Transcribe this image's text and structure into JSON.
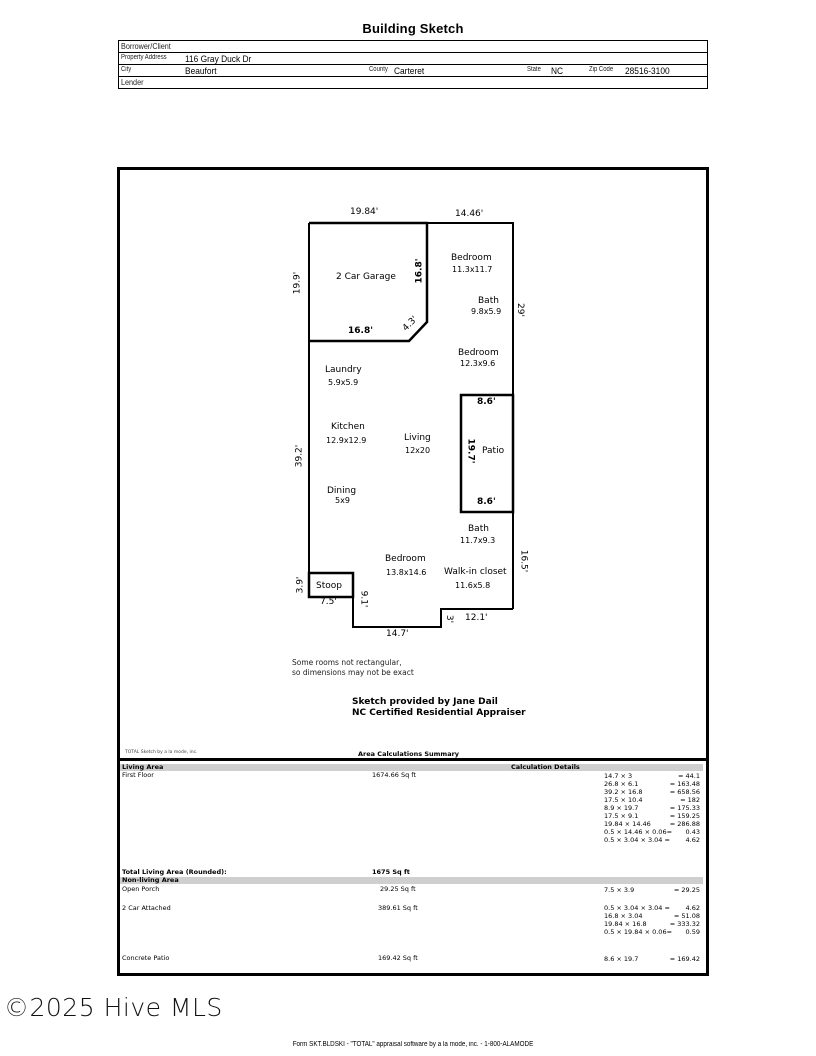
{
  "title": "Building Sketch",
  "header": {
    "borrower_label": "Borrower/Client",
    "borrower_value": "",
    "address_label": "Property Address",
    "address_value": "116 Gray Duck Dr",
    "city_label": "City",
    "city_value": "Beaufort",
    "county_label": "County",
    "county_value": "Carteret",
    "state_label": "State",
    "state_value": "NC",
    "zip_label": "Zip Code",
    "zip_value": "28516-3100",
    "lender_label": "Lender",
    "lender_value": ""
  },
  "sketch": {
    "dimensions": {
      "top_garage": "19.84'",
      "top_house": "14.46'",
      "garage_left": "19.9'",
      "garage_inner": "16.8'",
      "garage_bottom": "16.8'",
      "garage_corner": "4.3'",
      "right_upper": "29'",
      "left_main": "39.2'",
      "patio_top": "8.6'",
      "patio_side": "19.7'",
      "patio_bottom": "8.6'",
      "right_lower": "16.5'",
      "stoop_side": "3.9'",
      "stoop_bottom": "7.5'",
      "step_left": "9.1'",
      "bottom": "14.7'",
      "step_right": "3'",
      "bottom_right": "12.1'"
    },
    "rooms": [
      {
        "name": "2 Car Garage",
        "size": ""
      },
      {
        "name": "Bedroom",
        "size": "11.3x11.7"
      },
      {
        "name": "Bath",
        "size": "9.8x5.9"
      },
      {
        "name": "Bedroom",
        "size": "12.3x9.6"
      },
      {
        "name": "Laundry",
        "size": "5.9x5.9"
      },
      {
        "name": "Kitchen",
        "size": "12.9x12.9"
      },
      {
        "name": "Living",
        "size": "12x20"
      },
      {
        "name": "Patio",
        "size": ""
      },
      {
        "name": "Dining",
        "size": "5x9"
      },
      {
        "name": "Bath",
        "size": "11.7x9.3"
      },
      {
        "name": "Bedroom",
        "size": "13.8x14.6"
      },
      {
        "name": "Walk-in closet",
        "size": "11.6x5.8"
      },
      {
        "name": "Stoop",
        "size": ""
      }
    ],
    "note_line1": "Some rooms not rectangular,",
    "note_line2": "so dimensions may not be exact",
    "credit_line1": "Sketch provided by Jane Dail",
    "credit_line2": "NC Certified Residential Appraiser"
  },
  "summary": {
    "software_tag": "TOTAL Sketch by a la mode, inc.",
    "title": "Area Calculations Summary",
    "living_area_label": "Living Area",
    "calc_details_label": "Calculation Details",
    "first_floor_label": "First Floor",
    "first_floor_value": "1674.66 Sq ft",
    "first_floor_calcs": [
      {
        "expr": "14.7 × 3",
        "result": "=    44.1"
      },
      {
        "expr": "26.8 × 6.1",
        "result": "= 163.48"
      },
      {
        "expr": "39.2 × 16.8",
        "result": "= 658.56"
      },
      {
        "expr": "17.5 × 10.4",
        "result": "=      182"
      },
      {
        "expr": "8.9 × 19.7",
        "result": "= 175.33"
      },
      {
        "expr": "17.5 × 9.1",
        "result": "= 159.25"
      },
      {
        "expr": "19.84 × 14.46",
        "result": "= 286.88"
      },
      {
        "expr": "0.5 × 14.46 × 0.06=",
        "result": "0.43"
      },
      {
        "expr": "0.5 × 3.04 × 3.04  =",
        "result": "4.62"
      }
    ],
    "total_label": "Total Living Area (Rounded):",
    "total_value": "1675 Sq ft",
    "non_living_label": "Non-living Area",
    "open_porch_label": "Open Porch",
    "open_porch_value": "29.25 Sq ft",
    "open_porch_calcs": [
      {
        "expr": "7.5 × 3.9",
        "result": "=   29.25"
      }
    ],
    "garage_label": "2 Car Attached",
    "garage_value": "389.61 Sq ft",
    "garage_calcs": [
      {
        "expr": "0.5 × 3.04 × 3.04  =",
        "result": "4.62"
      },
      {
        "expr": "16.8 × 3.04",
        "result": "=   51.08"
      },
      {
        "expr": "19.84 × 16.8",
        "result": "= 333.32"
      },
      {
        "expr": "0.5 × 19.84 × 0.06=",
        "result": "0.59"
      }
    ],
    "patio_label": "Concrete Patio",
    "patio_value": "169.42 Sq ft",
    "patio_calcs": [
      {
        "expr": "8.6 × 19.7",
        "result": "= 169.42"
      }
    ]
  },
  "watermark": "©2025 Hive MLS",
  "footer": "Form SKT.BLDSKI - \"TOTAL\" appraisal software by a la mode, inc. - 1-800-ALAMODE"
}
